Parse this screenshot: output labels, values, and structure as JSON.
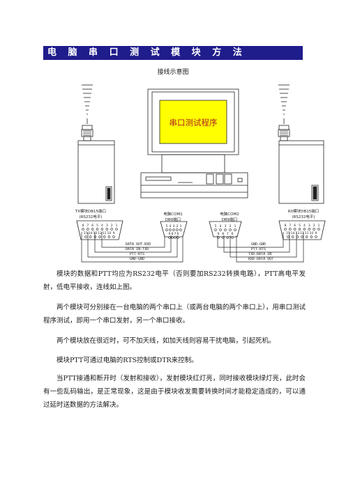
{
  "title": "电 脑 串 口 测 试 模 块 方 法",
  "caption": "接线示意图",
  "diagram": {
    "monitor_text": "串口测试程序",
    "left_module": {
      "line1": "TX模块DB15端口",
      "line2": "(RS232电平)"
    },
    "right_module": {
      "line1": "RX模块DB15端口",
      "line2": "(RS232电平)"
    },
    "com1": {
      "line1": "电脑COM1",
      "line2": "DB9端口"
    },
    "com2": {
      "line1": "电脑COM2",
      "line2": "DB9端口"
    },
    "db15_top_pins": [
      "8",
      "7",
      "6",
      "5",
      "4",
      "3",
      "2",
      "1"
    ],
    "db15_bottom_pins": [
      "15",
      "14",
      "13",
      "12",
      "11",
      "10",
      "9"
    ],
    "db9_top_pins": [
      "5",
      "4",
      "3",
      "2",
      "1"
    ],
    "db9_bottom_pins": [
      "9",
      "8",
      "7",
      "6"
    ],
    "left_wires": [
      "DATA OUT-RXD",
      "DATA IN-TXD",
      "PTT-RTS",
      "GND-GND"
    ],
    "right_wires": [
      "GND-GND",
      "PTT-RTS",
      "TXD-DATA IN",
      "RXD-DATA OUT"
    ]
  },
  "paragraphs": [
    "模块的数据和PTT均应为RS232电平（否则要加RS232转换电路），PTT高电平发射，低电平接收，连线如上图。",
    "两个模块可分别接在一台电脑的两个串口上（或两台电脑的两个串口上），用串口测试程序测试，即用一个串口发射，另一个串口接收。",
    "两个模块放在很近时，可不加天线，如加天线则容易干扰电脑，引起死机。",
    "模块PTT可通过电脑的RTS控制或DTR来控制。",
    "当PTT接通和断开时（发射和接收），发射模块红灯亮，同时接收模块绿灯亮，此时会有一些乱码输出，是正常现象，这是由于模块收发需要转换时间才能稳定造成的，可以通过延时送数据的方法解决。"
  ]
}
